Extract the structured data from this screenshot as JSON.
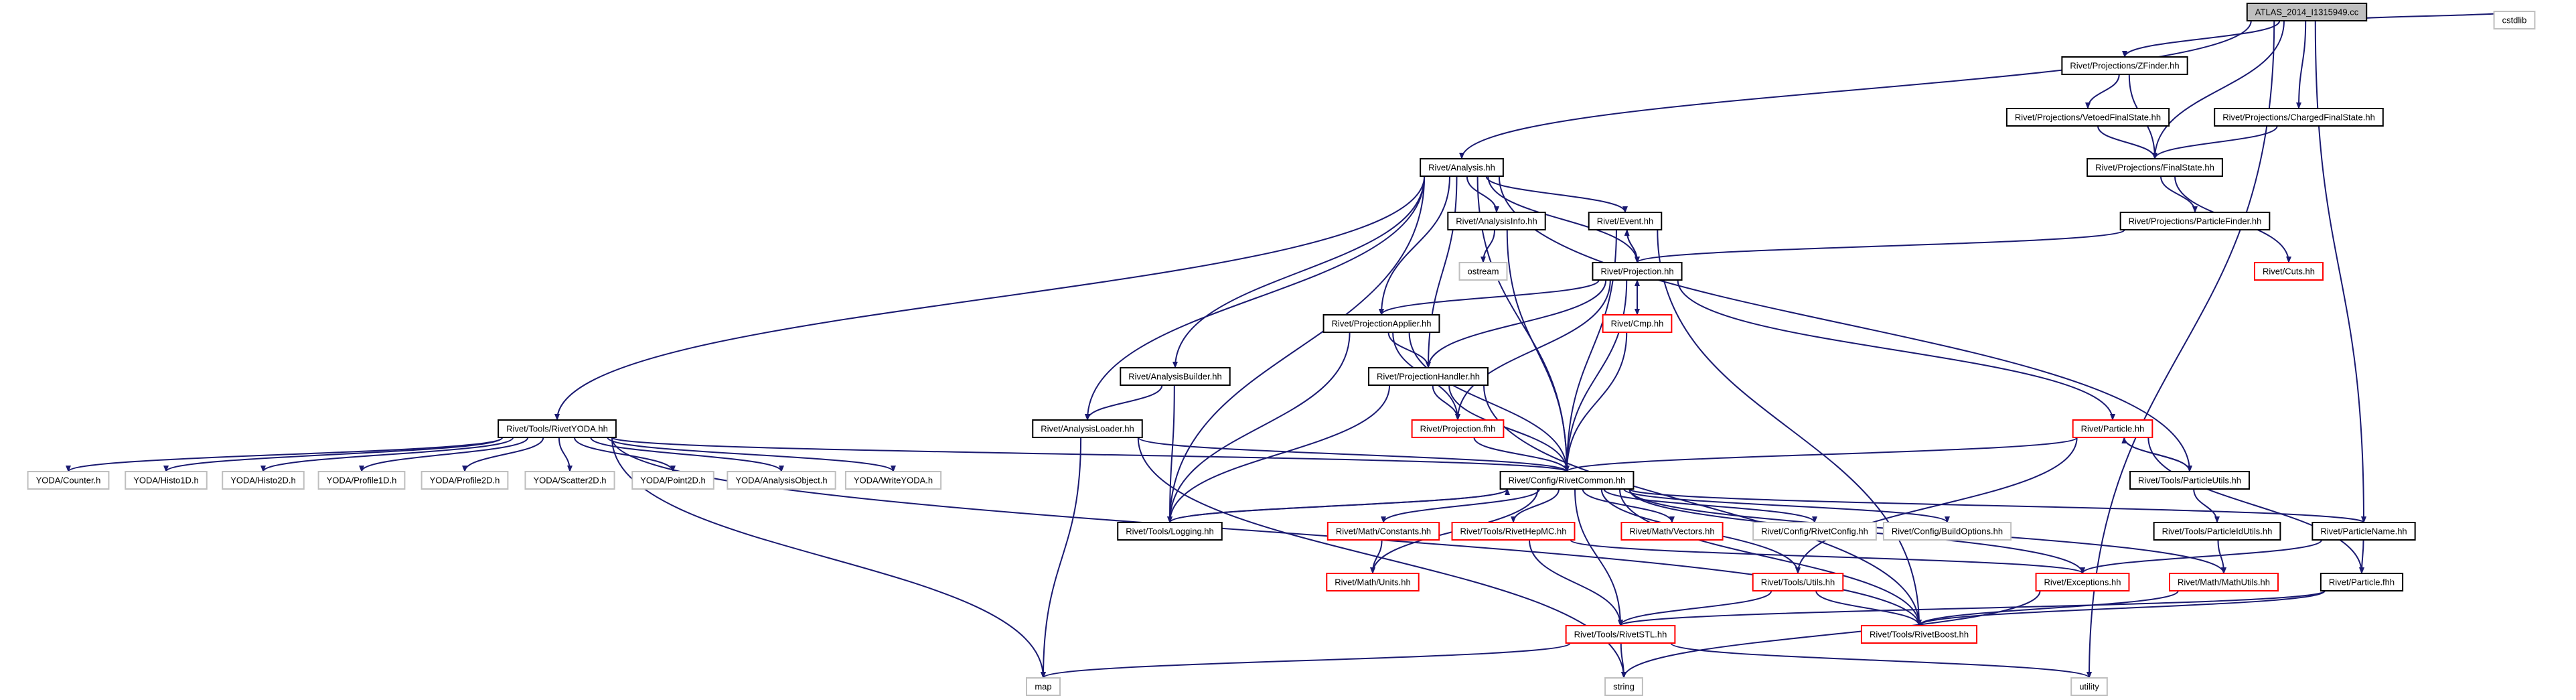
{
  "colors": {
    "edge": "#191970",
    "border_black": "#000000",
    "border_red": "#ff0000",
    "border_grey": "#bfbfbf",
    "fill_root": "#bfbfbf",
    "fill_default": "#ffffff"
  },
  "nodes": [
    {
      "id": "atlas",
      "label": "ATLAS_2014_I1315949.cc",
      "style": "root"
    },
    {
      "id": "cstdlib",
      "label": "cstdlib",
      "style": "grey"
    },
    {
      "id": "zfinder",
      "label": "Rivet/Projections/ZFinder.hh",
      "style": "black"
    },
    {
      "id": "vetoed",
      "label": "Rivet/Projections/VetoedFinalState.hh",
      "style": "black"
    },
    {
      "id": "charged",
      "label": "Rivet/Projections/ChargedFinalState.hh",
      "style": "black"
    },
    {
      "id": "analysis",
      "label": "Rivet/Analysis.hh",
      "style": "black"
    },
    {
      "id": "finalstate",
      "label": "Rivet/Projections/FinalState.hh",
      "style": "black"
    },
    {
      "id": "analysisinfo",
      "label": "Rivet/AnalysisInfo.hh",
      "style": "black"
    },
    {
      "id": "event",
      "label": "Rivet/Event.hh",
      "style": "black"
    },
    {
      "id": "particlefinder",
      "label": "Rivet/Projections/ParticleFinder.hh",
      "style": "black"
    },
    {
      "id": "ostream",
      "label": "ostream",
      "style": "grey"
    },
    {
      "id": "projection",
      "label": "Rivet/Projection.hh",
      "style": "black"
    },
    {
      "id": "cuts",
      "label": "Rivet/Cuts.hh",
      "style": "red"
    },
    {
      "id": "projapplier",
      "label": "Rivet/ProjectionApplier.hh",
      "style": "black"
    },
    {
      "id": "cmp",
      "label": "Rivet/Cmp.hh",
      "style": "red"
    },
    {
      "id": "analysisbuilder",
      "label": "Rivet/AnalysisBuilder.hh",
      "style": "black"
    },
    {
      "id": "projhandler",
      "label": "Rivet/ProjectionHandler.hh",
      "style": "black"
    },
    {
      "id": "rivetyoda",
      "label": "Rivet/Tools/RivetYODA.hh",
      "style": "black"
    },
    {
      "id": "analysisloader",
      "label": "Rivet/AnalysisLoader.hh",
      "style": "black"
    },
    {
      "id": "projfhh",
      "label": "Rivet/Projection.fhh",
      "style": "red"
    },
    {
      "id": "particlehh",
      "label": "Rivet/Particle.hh",
      "style": "red"
    },
    {
      "id": "yodacounter",
      "label": "YODA/Counter.h",
      "style": "grey"
    },
    {
      "id": "yodahisto1d",
      "label": "YODA/Histo1D.h",
      "style": "grey"
    },
    {
      "id": "yodahisto2d",
      "label": "YODA/Histo2D.h",
      "style": "grey"
    },
    {
      "id": "yodaprofile1d",
      "label": "YODA/Profile1D.h",
      "style": "grey"
    },
    {
      "id": "yodaprofile2d",
      "label": "YODA/Profile2D.h",
      "style": "grey"
    },
    {
      "id": "yodascatter2d",
      "label": "YODA/Scatter2D.h",
      "style": "grey"
    },
    {
      "id": "yodapoint2d",
      "label": "YODA/Point2D.h",
      "style": "grey"
    },
    {
      "id": "yodaanalysisobject",
      "label": "YODA/AnalysisObject.h",
      "style": "grey"
    },
    {
      "id": "yodawriteyoda",
      "label": "YODA/WriteYODA.h",
      "style": "grey"
    },
    {
      "id": "rivetcommon",
      "label": "Rivet/Config/RivetCommon.hh",
      "style": "black"
    },
    {
      "id": "particleutils",
      "label": "Rivet/Tools/ParticleUtils.hh",
      "style": "black"
    },
    {
      "id": "logging",
      "label": "Rivet/Tools/Logging.hh",
      "style": "black"
    },
    {
      "id": "mathconstants",
      "label": "Rivet/Math/Constants.hh",
      "style": "red"
    },
    {
      "id": "rivethepmc",
      "label": "Rivet/Tools/RivetHepMC.hh",
      "style": "red"
    },
    {
      "id": "mathvectors",
      "label": "Rivet/Math/Vectors.hh",
      "style": "red"
    },
    {
      "id": "rivetconfig",
      "label": "Rivet/Config/RivetConfig.hh",
      "style": "grey"
    },
    {
      "id": "buildoptions",
      "label": "Rivet/Config/BuildOptions.hh",
      "style": "grey"
    },
    {
      "id": "particleidutils",
      "label": "Rivet/Tools/ParticleIdUtils.hh",
      "style": "black"
    },
    {
      "id": "particlename",
      "label": "Rivet/ParticleName.hh",
      "style": "black"
    },
    {
      "id": "mathunits",
      "label": "Rivet/Math/Units.hh",
      "style": "red"
    },
    {
      "id": "toolsutils",
      "label": "Rivet/Tools/Utils.hh",
      "style": "red"
    },
    {
      "id": "exceptions",
      "label": "Rivet/Exceptions.hh",
      "style": "red"
    },
    {
      "id": "mathutils",
      "label": "Rivet/Math/MathUtils.hh",
      "style": "red"
    },
    {
      "id": "particlefhh",
      "label": "Rivet/Particle.fhh",
      "style": "black"
    },
    {
      "id": "rivetstl",
      "label": "Rivet/Tools/RivetSTL.hh",
      "style": "red"
    },
    {
      "id": "rivetboost",
      "label": "Rivet/Tools/RivetBoost.hh",
      "style": "red"
    },
    {
      "id": "map",
      "label": "map",
      "style": "grey"
    },
    {
      "id": "string",
      "label": "string",
      "style": "grey"
    },
    {
      "id": "utility",
      "label": "utility",
      "style": "grey"
    }
  ],
  "edges": [
    [
      "atlas",
      "cstdlib"
    ],
    [
      "atlas",
      "zfinder"
    ],
    [
      "atlas",
      "charged"
    ],
    [
      "atlas",
      "analysis"
    ],
    [
      "atlas",
      "finalstate"
    ],
    [
      "atlas",
      "particlename"
    ],
    [
      "atlas",
      "utility"
    ],
    [
      "zfinder",
      "vetoed"
    ],
    [
      "zfinder",
      "finalstate"
    ],
    [
      "vetoed",
      "finalstate"
    ],
    [
      "charged",
      "finalstate"
    ],
    [
      "finalstate",
      "particlefinder"
    ],
    [
      "finalstate",
      "cuts"
    ],
    [
      "particlefinder",
      "projection"
    ],
    [
      "analysis",
      "analysisinfo"
    ],
    [
      "analysis",
      "event"
    ],
    [
      "analysis",
      "projection"
    ],
    [
      "analysis",
      "projapplier"
    ],
    [
      "analysis",
      "projhandler"
    ],
    [
      "analysis",
      "analysisbuilder"
    ],
    [
      "analysis",
      "analysisloader"
    ],
    [
      "analysis",
      "rivetyoda"
    ],
    [
      "analysis",
      "logging"
    ],
    [
      "analysis",
      "rivetcommon"
    ],
    [
      "analysis",
      "particleutils"
    ],
    [
      "analysisinfo",
      "ostream"
    ],
    [
      "analysisinfo",
      "rivetcommon"
    ],
    [
      "event",
      "projection"
    ],
    [
      "event",
      "rivetcommon"
    ],
    [
      "event",
      "rivetboost"
    ],
    [
      "projection",
      "event"
    ],
    [
      "projection",
      "cmp"
    ],
    [
      "projection",
      "projapplier"
    ],
    [
      "projection",
      "projhandler"
    ],
    [
      "projection",
      "projfhh"
    ],
    [
      "projection",
      "rivetcommon"
    ],
    [
      "projection",
      "particlehh"
    ],
    [
      "cmp",
      "projection"
    ],
    [
      "cmp",
      "rivetcommon"
    ],
    [
      "projapplier",
      "projhandler"
    ],
    [
      "projapplier",
      "projfhh"
    ],
    [
      "projapplier",
      "rivetcommon"
    ],
    [
      "projapplier",
      "logging"
    ],
    [
      "analysisbuilder",
      "analysisloader"
    ],
    [
      "analysisbuilder",
      "logging"
    ],
    [
      "projhandler",
      "projfhh"
    ],
    [
      "projhandler",
      "rivetcommon"
    ],
    [
      "projhandler",
      "logging"
    ],
    [
      "projhandler",
      "rivetboost"
    ],
    [
      "projfhh",
      "rivetcommon"
    ],
    [
      "analysisloader",
      "rivetcommon"
    ],
    [
      "analysisloader",
      "map"
    ],
    [
      "analysisloader",
      "string"
    ],
    [
      "rivetyoda",
      "yodacounter"
    ],
    [
      "rivetyoda",
      "yodahisto1d"
    ],
    [
      "rivetyoda",
      "yodahisto2d"
    ],
    [
      "rivetyoda",
      "yodaprofile1d"
    ],
    [
      "rivetyoda",
      "yodaprofile2d"
    ],
    [
      "rivetyoda",
      "yodascatter2d"
    ],
    [
      "rivetyoda",
      "yodapoint2d"
    ],
    [
      "rivetyoda",
      "yodaanalysisobject"
    ],
    [
      "rivetyoda",
      "yodawriteyoda"
    ],
    [
      "rivetyoda",
      "rivetcommon"
    ],
    [
      "rivetyoda",
      "map"
    ],
    [
      "rivetyoda",
      "rivetboost"
    ],
    [
      "particlehh",
      "rivetcommon"
    ],
    [
      "particlehh",
      "particleutils"
    ],
    [
      "particlehh",
      "particlefhh"
    ],
    [
      "particlehh",
      "toolsutils"
    ],
    [
      "particleutils",
      "particlehh"
    ],
    [
      "particleutils",
      "particleidutils"
    ],
    [
      "rivetcommon",
      "logging"
    ],
    [
      "rivetcommon",
      "mathconstants"
    ],
    [
      "rivetcommon",
      "rivethepmc"
    ],
    [
      "rivetcommon",
      "mathvectors"
    ],
    [
      "rivetcommon",
      "rivetconfig"
    ],
    [
      "rivetcommon",
      "buildoptions"
    ],
    [
      "rivetcommon",
      "particlename"
    ],
    [
      "rivetcommon",
      "mathunits"
    ],
    [
      "rivetcommon",
      "toolsutils"
    ],
    [
      "rivetcommon",
      "exceptions"
    ],
    [
      "rivetcommon",
      "mathutils"
    ],
    [
      "rivetcommon",
      "rivetstl"
    ],
    [
      "rivetcommon",
      "rivetboost"
    ],
    [
      "logging",
      "rivetcommon"
    ],
    [
      "mathconstants",
      "mathunits"
    ],
    [
      "rivethepmc",
      "rivetstl"
    ],
    [
      "rivethepmc",
      "exceptions"
    ],
    [
      "particleidutils",
      "mathutils"
    ],
    [
      "particlename",
      "exceptions"
    ],
    [
      "particlename",
      "particlefhh"
    ],
    [
      "toolsutils",
      "rivetstl"
    ],
    [
      "toolsutils",
      "rivetboost"
    ],
    [
      "exceptions",
      "string"
    ],
    [
      "mathutils",
      "rivetboost"
    ],
    [
      "particlefhh",
      "rivetstl"
    ],
    [
      "particlefhh",
      "rivetboost"
    ],
    [
      "rivetstl",
      "map"
    ],
    [
      "rivetstl",
      "string"
    ],
    [
      "rivetstl",
      "utility"
    ]
  ]
}
